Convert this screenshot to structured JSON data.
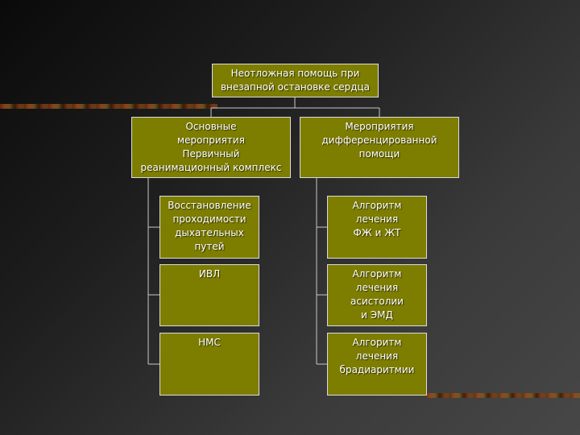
{
  "diagram": {
    "root": "Неотложная помощь при\nвнезапной остановке сердца",
    "left_branch": {
      "title": "Основные\nмероприятия\nПервичный\nреанимационный комплекс",
      "children": [
        "Восстановление\nпроходимости\nдыхательных\nпутей",
        "ИВЛ",
        "НМС"
      ]
    },
    "right_branch": {
      "title": "Мероприятия\nдифференцированной\nпомощи",
      "children": [
        "Алгоритм\nлечения\nФЖ и ЖТ",
        "Алгоритм\nлечения\nасистолии\nи ЭМД",
        "Алгоритм\nлечения\nбрадиаритмии"
      ]
    }
  },
  "colors": {
    "box_fill": "#7d7d00",
    "box_border": "#dcdcdc",
    "connector": "#c8c8c8",
    "text": "#ffffff"
  }
}
